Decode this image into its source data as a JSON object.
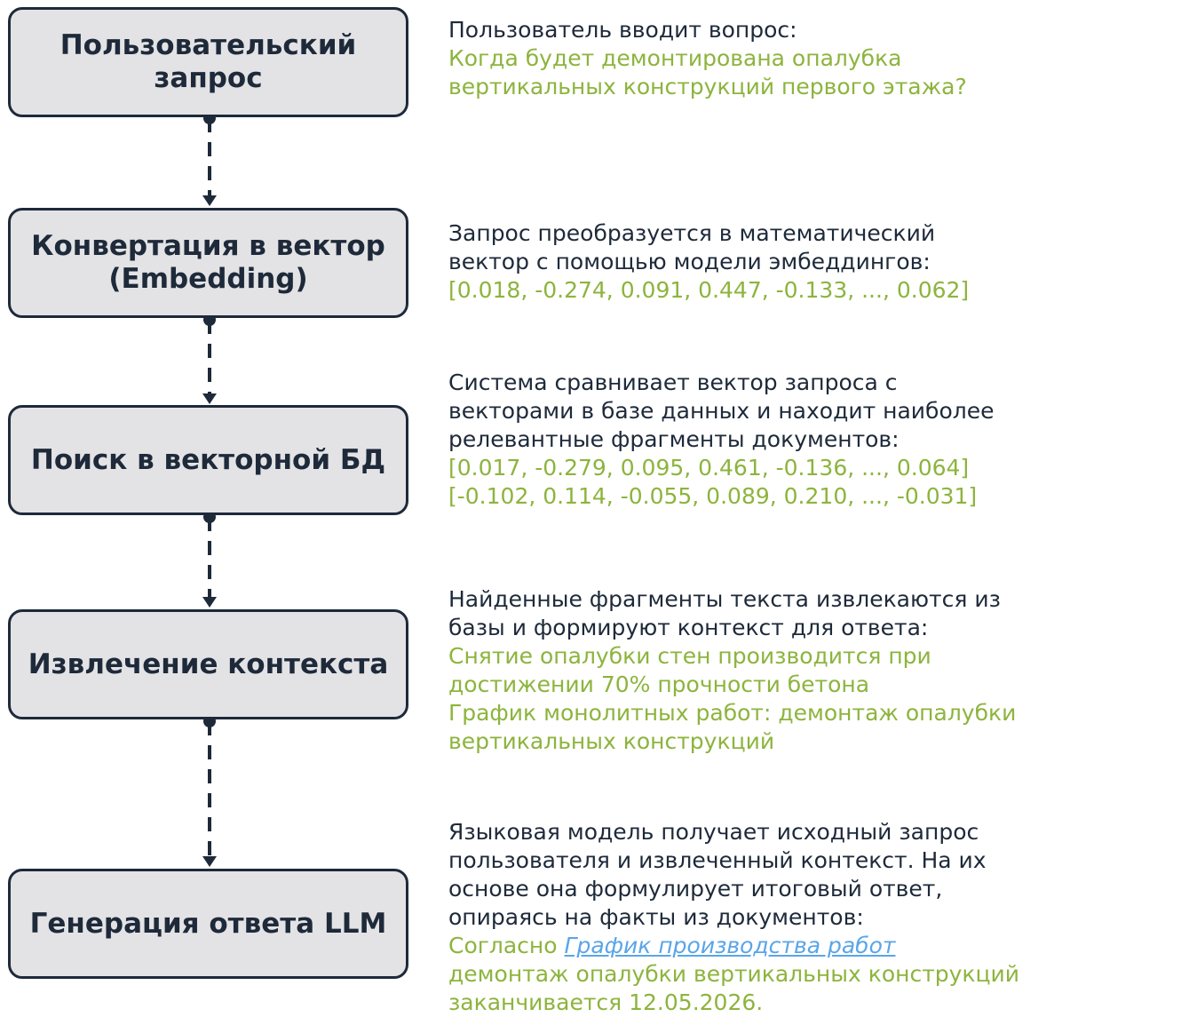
{
  "colors": {
    "box_fill": "#e3e3e5",
    "box_border": "#1e2a3a",
    "text_dark": "#1e2a3a",
    "accent_green": "#8db43d",
    "link_blue": "#5aa5e8"
  },
  "steps": [
    {
      "title": "Пользовательский запрос",
      "description": [
        "Пользователь вводит вопрос:"
      ],
      "details": [
        "Когда будет демонтирована опалубка",
        "вертикальных конструкций первого этажа?"
      ]
    },
    {
      "title": "Конвертация в вектор (Embedding)",
      "description": [
        "Запрос преобразуется в математический",
        "вектор с помощью модели эмбеддингов:"
      ],
      "details": [
        "[0.018, -0.274, 0.091, 0.447, -0.133, ..., 0.062]"
      ]
    },
    {
      "title": "Поиск в векторной БД",
      "description": [
        "Система сравнивает вектор запроса с",
        "векторами в базе данных и находит наиболее",
        "релевантные фрагменты документов:"
      ],
      "details": [
        "[0.017, -0.279, 0.095, 0.461, -0.136, ..., 0.064]",
        "[-0.102, 0.114, -0.055, 0.089, 0.210, ..., -0.031]"
      ]
    },
    {
      "title": "Извлечение контекста",
      "description": [
        "Найденные фрагменты текста извлекаются из",
        "базы и формируют контекст для ответа:"
      ],
      "details": [
        "Снятие опалубки стен производится при",
        "достижении 70% прочности бетона",
        "График монолитных работ: демонтаж опалубки",
        "вертикальных конструкций"
      ]
    },
    {
      "title": "Генерация ответа LLM",
      "description": [
        "Языковая модель получает исходный запрос",
        "пользователя и извлеченный контекст. На их",
        "основе она формулирует итоговый ответ,",
        "опираясь на факты из документов:"
      ],
      "answer": {
        "prefix": "Согласно",
        "link": "График производства работ",
        "lines": [
          "демонтаж опалубки вертикальных конструкций",
          "заканчивается 12.05.2026."
        ]
      }
    }
  ]
}
